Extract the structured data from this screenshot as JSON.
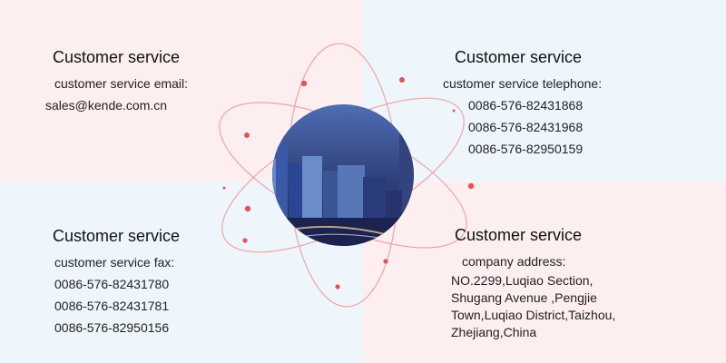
{
  "colors": {
    "pink_bg": "#fdeef0",
    "blue_bg": "#eef6fb",
    "orbit": "#f0a4a8",
    "dot": "#e8505a"
  },
  "center_image": {
    "alt": "city skyline at night"
  },
  "sections": {
    "email": {
      "title": "Customer service",
      "label": "customer service email:",
      "value": "sales@kende.com.cn"
    },
    "telephone": {
      "title": "Customer service",
      "label": "customer service telephone:",
      "numbers": [
        "0086-576-82431868",
        "0086-576-82431968",
        "0086-576-82950159"
      ]
    },
    "fax": {
      "title": "Customer service",
      "label": "customer service fax:",
      "numbers": [
        "0086-576-82431780",
        "0086-576-82431781",
        "0086-576-82950156"
      ]
    },
    "address": {
      "title": "Customer service",
      "label": "company address:",
      "lines": [
        "NO.2299,Luqiao Section,",
        "Shugang Avenue ,Pengjie",
        "Town,Luqiao District,Taizhou,",
        "Zhejiang,China"
      ]
    }
  }
}
